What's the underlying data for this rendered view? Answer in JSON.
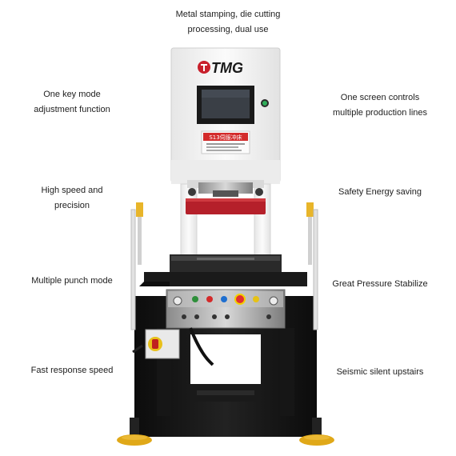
{
  "features": {
    "top": [
      "Metal stamping, die cutting",
      "processing, dual use"
    ],
    "left": [
      [
        "One key mode",
        "adjustment function"
      ],
      [
        "High speed and",
        "precision"
      ],
      [
        "Multiple punch mode"
      ],
      [
        "Fast response speed"
      ]
    ],
    "right": [
      [
        "One screen controls",
        "multiple production lines"
      ],
      [
        "Safety  Energy saving"
      ],
      [
        "Great Pressure Stabilize"
      ],
      [
        "Seismic silent upstairs"
      ]
    ]
  },
  "machine": {
    "brand_logo": "TMG",
    "plate_model": "S13伺服冲床",
    "colors": {
      "frame": "#f4f4f4",
      "base": "#111111",
      "accent_red": "#b5202a",
      "sensor_yellow": "#e8b52a",
      "foot_yellow": "#e0a818"
    }
  }
}
